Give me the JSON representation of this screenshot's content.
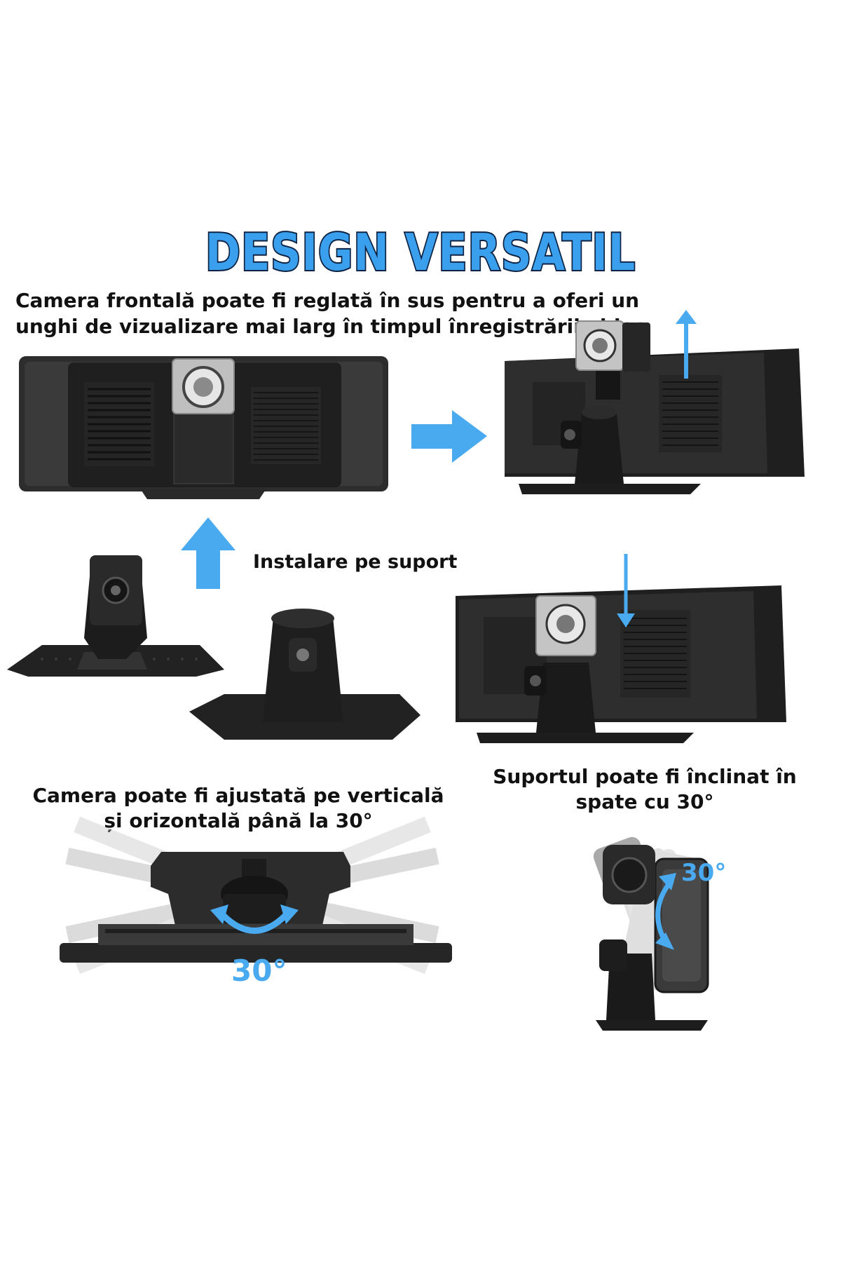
{
  "title": "DESIGN VERSATIL",
  "captions": {
    "front_camera": "Camera frontală poate fi reglată în sus pentru a oferi un unghi de vizualizare mai larg în timpul înregistrării video",
    "mount_install": "Instalare pe suport",
    "camera_adjust_line1": "Camera poate fi ajustată pe verticală",
    "camera_adjust_line2": "și orizontală până la 30°",
    "tilt_line1": "Suportul poate fi înclinat în",
    "tilt_line2": "spate cu 30°"
  },
  "angle_labels": {
    "horizontal": "30°",
    "tilt": "30°"
  },
  "colors": {
    "title_fill": "#3aa0ee",
    "title_outline": "#0d2242",
    "arrow_blue": "#4aaaf0",
    "device_dark": "#2a2a2a"
  }
}
